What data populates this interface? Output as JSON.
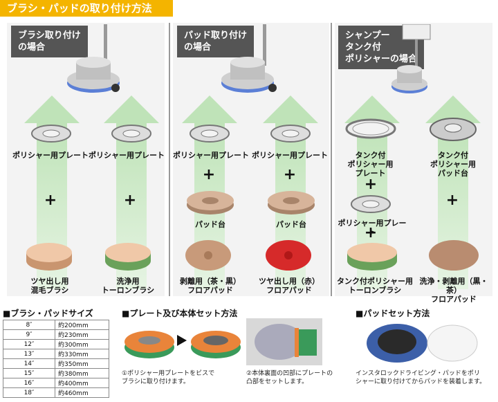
{
  "title": "ブラシ・パッドの取り付け方法",
  "panels": [
    {
      "heading": "ブラシ取り付け\nの場合",
      "columns": [
        {
          "plate": "ポリシャー用プレート",
          "item": "ツヤ出し用\n混毛ブラシ"
        },
        {
          "plate": "ポリシャー用プレート",
          "item": "洗浄用\nトーロンブラシ"
        }
      ]
    },
    {
      "heading": "パッド取り付け\nの場合",
      "columns": [
        {
          "plate": "ポリシャー用プレート",
          "mid": "パッド台",
          "item": "剥離用（茶・黒）\nフロアパッド"
        },
        {
          "plate": "ポリシャー用プレート",
          "mid": "パッド台",
          "item": "ツヤ出し用（赤）\nフロアパッド"
        }
      ]
    },
    {
      "heading": "シャンプー\nタンク付\nポリシャーの場合",
      "columns": [
        {
          "plate": "タンク付\nポリシャー用\nプレート",
          "mid": "ポリシャー用プレート",
          "item": "タンク付ポリシャー用\nトーロンブラシ"
        },
        {
          "plate": "タンク付\nポリシャー用\nパッド台",
          "item": "洗浄・剥離用（黒・茶）\nフロアパッド"
        }
      ]
    }
  ],
  "plus_sign": "+",
  "size_section": {
    "title": "■ブラシ・パッドサイズ",
    "rows": [
      [
        "8″",
        "約200mm"
      ],
      [
        "9″",
        "約230mm"
      ],
      [
        "12″",
        "約300mm"
      ],
      [
        "13″",
        "約330mm"
      ],
      [
        "14″",
        "約350mm"
      ],
      [
        "15″",
        "約380mm"
      ],
      [
        "16″",
        "約400mm"
      ],
      [
        "18″",
        "約460mm"
      ]
    ]
  },
  "plate_section": {
    "title": "■プレート及び本体セット方法",
    "caption1": "①ポリシャー用プレートをビスで\nブラシに取り付けます。",
    "caption2": "②本体裏面の凹部にプレートの\n凸部をセットします。"
  },
  "pad_section": {
    "title": "■パッドセット方法",
    "caption": "インスタロックドライビング・パッドをポリ\nシャーに取り付けてからパッドを装着します。"
  },
  "colors": {
    "accent": "#f4b400",
    "header": "#555555",
    "arrow": "#bfe3b8",
    "red_pad": "#d62a2a",
    "brown_pad": "#c89a7a"
  }
}
